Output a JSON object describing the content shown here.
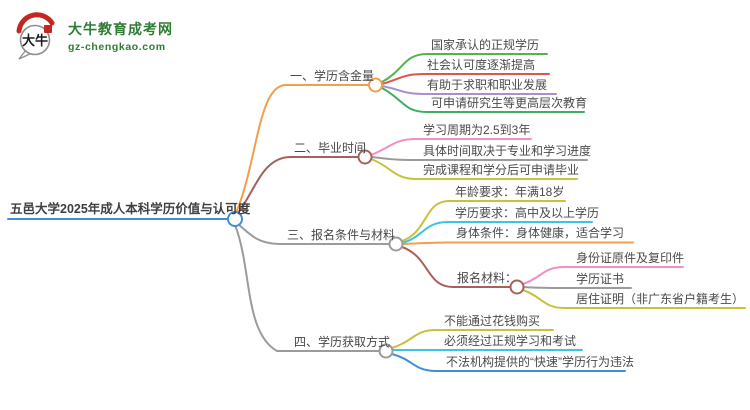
{
  "logo": {
    "site_name": "大牛教育成考网",
    "site_domain": "gz-chengkao.com",
    "icon_text": "大牛"
  },
  "palette": {
    "text": "#4a4a4a",
    "logo_green": "#2d7d33",
    "logo_red": "#c4271f"
  },
  "root": {
    "label": "五邑大学2025年成人本科学历价值与认可度",
    "color": "#3f8fd6"
  },
  "branches": [
    {
      "label": "一、学历含金量",
      "color": "#f49d4b",
      "children": [
        {
          "label": "国家承认的正规学历",
          "color": "#54b351"
        },
        {
          "label": "社会认可度逐渐提高",
          "color": "#e05450"
        },
        {
          "label": "有助于求职和职业发展",
          "color": "#a78fd1"
        },
        {
          "label": "可申请研究生等更高层次教育",
          "color": "#3fae63"
        }
      ]
    },
    {
      "label": "二、毕业时间",
      "color": "#a8605a",
      "children": [
        {
          "label": "学习周期为2.5到3年",
          "color": "#f08fc5"
        },
        {
          "label": "具体时间取决于专业和学习进度",
          "color": "#9b9b9b"
        },
        {
          "label": "完成课程和学分后可申请毕业",
          "color": "#c9c139"
        }
      ]
    },
    {
      "label": "三、报名条件与材料",
      "color": "#9b9b9b",
      "children": [
        {
          "label": "年龄要求：年满18岁",
          "color": "#c9c139"
        },
        {
          "label": "学历要求：高中及以上学历",
          "color": "#3cc3e6"
        },
        {
          "label": "身体条件：身体健康，适合学习",
          "color": "#f49d4b"
        },
        {
          "label": "报名材料：",
          "color": "#a8605a",
          "children": [
            {
              "label": "身份证原件及复印件",
              "color": "#f08fc5"
            },
            {
              "label": "学历证书",
              "color": "#9b9b9b"
            },
            {
              "label": "居住证明（非广东省户籍考生）",
              "color": "#c9c139"
            }
          ]
        }
      ]
    },
    {
      "label": "四、学历获取方式",
      "color": "#9b9b9b",
      "children": [
        {
          "label": "不能通过花钱购买",
          "color": "#c9c139"
        },
        {
          "label": "必须经过正规学习和考试",
          "color": "#3cc3e6"
        },
        {
          "label": "不法机构提供的“快速”学历行为违法",
          "color": "#3f8fd6"
        }
      ]
    }
  ]
}
